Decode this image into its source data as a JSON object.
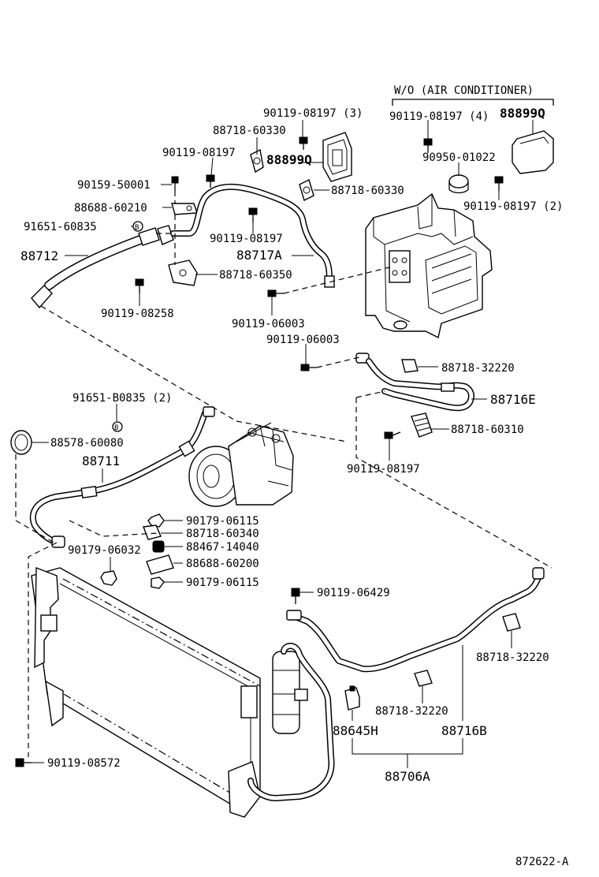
{
  "header": {
    "variant_label": "W/O (AIR CONDITIONER)"
  },
  "labels": {
    "l01": "90119-08197 (3)",
    "l02": "88718-60330",
    "l03": "88899Q",
    "l04": "90119-08197",
    "l05": "90159-50001",
    "l06": "88718-60330",
    "l07": "88688-60210",
    "l08": "91651-60835",
    "l09": "88712",
    "l10": "90119-08197",
    "l11": "88717A",
    "l12": "88718-60350",
    "l13": "90119-08258",
    "l14": "90119-06003",
    "l15": "90119-06003",
    "l16": "90119-08197 (4)",
    "l17": "88899Q",
    "l18": "90950-01022",
    "l19": "90119-08197 (2)",
    "l20": "88718-32220",
    "l21": "88716E",
    "l22": "91651-B0835 (2)",
    "l23": "88718-60310",
    "l24": "88578-60080",
    "l25": "88711",
    "l26": "90119-08197",
    "l27": "90179-06115",
    "l28": "88718-60340",
    "l29": "90179-06032",
    "l30": "88467-14040",
    "l31": "88688-60200",
    "l32": "90179-06115",
    "l33": "90119-06429",
    "l34": "88718-32220",
    "l35": "88718-32220",
    "l36": "88645H",
    "l37": "88716B",
    "l38": "88706A",
    "l39": "90119-08572"
  },
  "footer": {
    "figure_number": "872622-A"
  },
  "icons": {
    "bolt": "bolt-icon",
    "nut": "nut-icon",
    "o_ring": "o-ring-marker-icon",
    "clamp": "clamp-icon"
  }
}
